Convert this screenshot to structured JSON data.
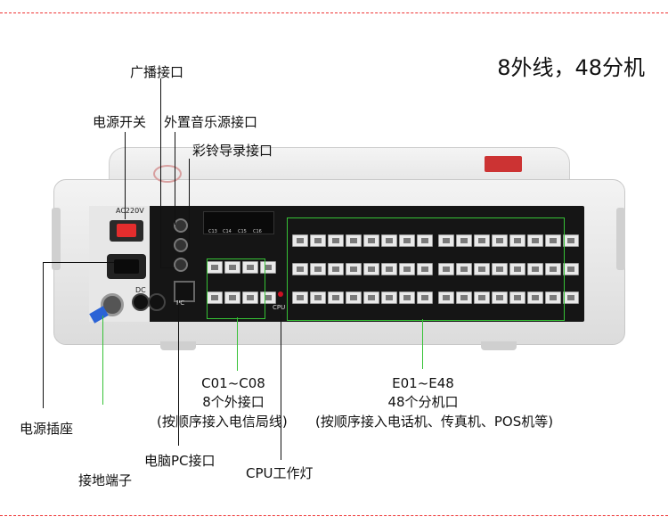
{
  "title": "8外线，48分机",
  "labels": {
    "broadcast": "广播接口",
    "power_switch": "电源开关",
    "ext_music": "外置音乐源接口",
    "ringback": "彩铃导录接口",
    "trunk_range": "C01~C08",
    "trunk_count": "8个外接口",
    "trunk_note": "(按顺序接入电信局线)",
    "ext_range": "E01~E48",
    "ext_count": "48个分机口",
    "ext_note": "(按顺序接入电话机、传真机、POS机等)",
    "power_socket": "电源插座",
    "ground": "接地端子",
    "pc_port": "电脑PC接口",
    "cpu_led": "CPU工作灯"
  },
  "device": {
    "ac_label": "AC220V",
    "dc_label": "DC",
    "pc_label": "PC",
    "cpu_label": "CPU",
    "card_labels": [
      "C13",
      "C14",
      "C15",
      "C16"
    ]
  }
}
